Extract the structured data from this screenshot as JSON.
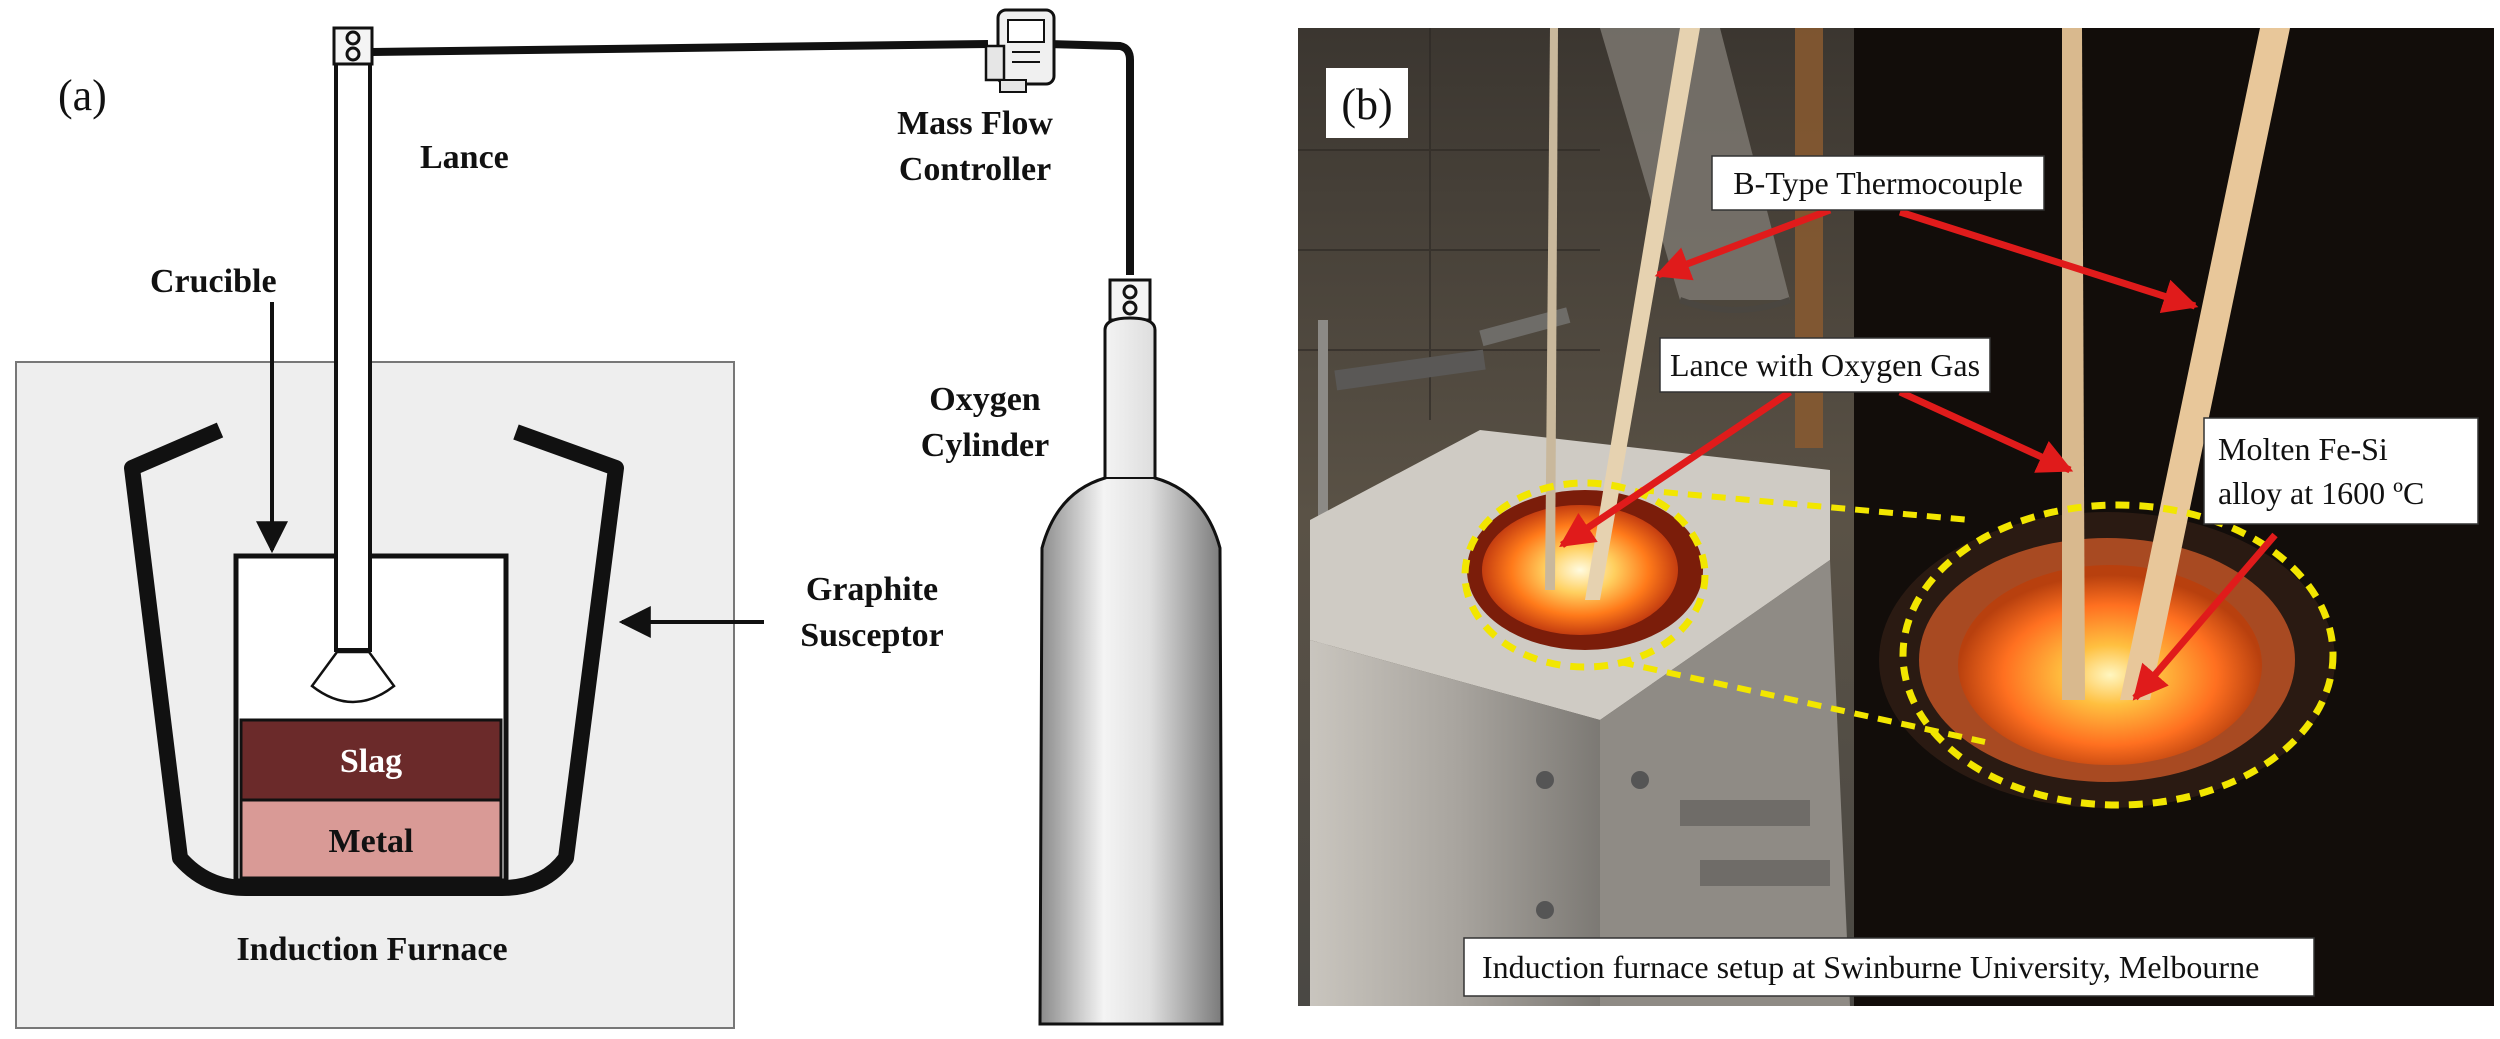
{
  "panel_a": {
    "label": "(a)",
    "lance": "Lance",
    "mass_flow_line1": "Mass Flow",
    "mass_flow_line2": "Controller",
    "crucible": "Crucible",
    "oxygen_line1": "Oxygen",
    "oxygen_line2": "Cylinder",
    "graphite_line1": "Graphite",
    "graphite_line2": "Susceptor",
    "slag": "Slag",
    "metal": "Metal",
    "furnace": "Induction Furnace"
  },
  "panel_b": {
    "label": "(b)",
    "thermocouple": "B-Type Thermocouple",
    "lance_gas": "Lance with Oxygen Gas",
    "molten_line1": "Molten Fe-Si",
    "molten_line2": "alloy at 1600 ºC",
    "caption": "Induction furnace setup at Swinburne University, Melbourne"
  },
  "colors": {
    "slag": "#6b2a2a",
    "metal": "#d99a96",
    "furnace_bg": "#eeeeee",
    "arrow_red": "#e01b1b",
    "dashed_yellow": "#f2e600"
  }
}
